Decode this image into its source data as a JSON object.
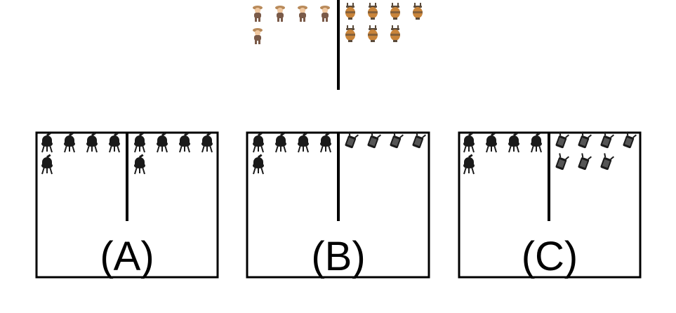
{
  "question": {
    "left_group": {
      "icon": "figure-icon",
      "count": 5
    },
    "right_group": {
      "icon": "pot-icon",
      "count": 7
    }
  },
  "options": [
    {
      "label": "(A)",
      "left_group": {
        "icon": "grill-icon",
        "count": 5
      },
      "right_group": {
        "icon": "grill-icon",
        "count": 5
      }
    },
    {
      "label": "(B)",
      "left_group": {
        "icon": "grill-icon",
        "count": 5
      },
      "right_group": {
        "icon": "grill-tilted-icon",
        "count": 4
      }
    },
    {
      "label": "(C)",
      "left_group": {
        "icon": "grill-icon",
        "count": 5
      },
      "right_group": {
        "icon": "grill-tilted-icon",
        "count": 7
      }
    }
  ],
  "colors": {
    "figure_body": "#7a5a48",
    "figure_hat": "#b88a5a",
    "pot_body": "#c8843a",
    "pot_dark": "#5a4a3a",
    "grill": "#1a1a1a",
    "line": "#000000"
  }
}
